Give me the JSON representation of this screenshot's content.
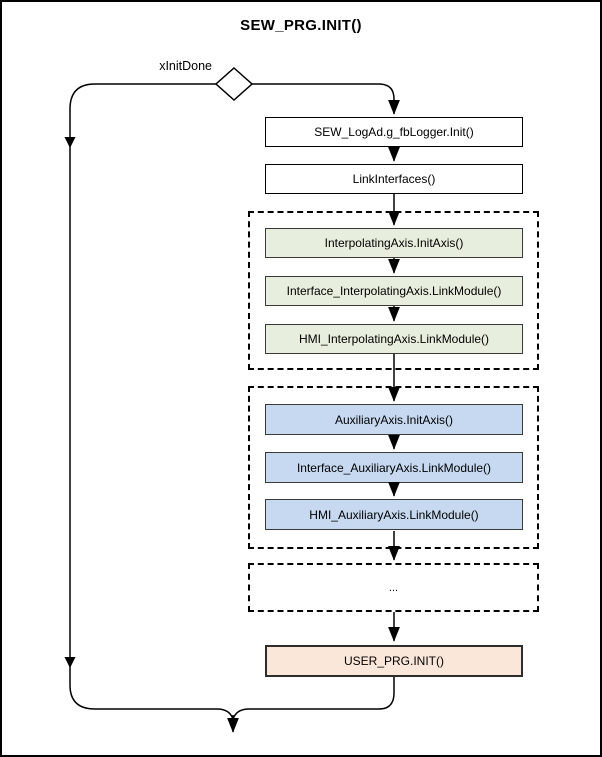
{
  "title": "SEW_PRG.INIT()",
  "decision": {
    "label": "xInitDone"
  },
  "nodes": {
    "logger_init": "SEW_LogAd.g_fbLogger.Init()",
    "link_interfaces": "LinkInterfaces()",
    "interpolating_axis_group": [
      "InterpolatingAxis.InitAxis()",
      "Interface_InterpolatingAxis.LinkModule()",
      "HMI_InterpolatingAxis.LinkModule()"
    ],
    "auxiliary_axis_group": [
      "AuxiliaryAxis.InitAxis()",
      "Interface_AuxiliaryAxis.LinkModule()",
      "HMI_AuxiliaryAxis.LinkModule()"
    ],
    "more_placeholder": "...",
    "user_prg_init": "USER_PRG.INIT()"
  },
  "colors": {
    "interp-fill": "#e8eedd",
    "aux-fill": "#c6d9f0",
    "user-fill": "#fbe7da",
    "line": "#000000"
  }
}
